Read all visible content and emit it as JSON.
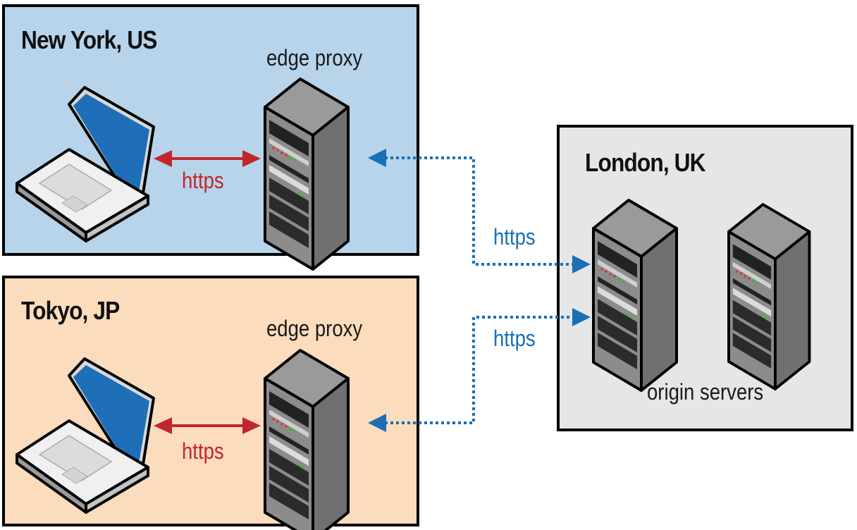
{
  "regions": {
    "new_york": {
      "title": "New York, US",
      "proxy_label": "edge proxy",
      "link_label": "https"
    },
    "tokyo": {
      "title": "Tokyo, JP",
      "proxy_label": "edge proxy",
      "link_label": "https"
    },
    "london": {
      "title": "London, UK",
      "servers_label": "origin servers"
    }
  },
  "backhaul_links": [
    "https",
    "https"
  ],
  "colors": {
    "new_york_bg": "#b7d4ea",
    "tokyo_bg": "#fbdcbc",
    "london_bg": "#e6e6e6",
    "client_link": "#c0272d",
    "backhaul_link": "#1a6fb5",
    "laptop_screen": "#1f6fb8"
  },
  "icons": {
    "client": "laptop-icon",
    "proxy": "server-tower-icon",
    "origin": "server-tower-icon"
  }
}
